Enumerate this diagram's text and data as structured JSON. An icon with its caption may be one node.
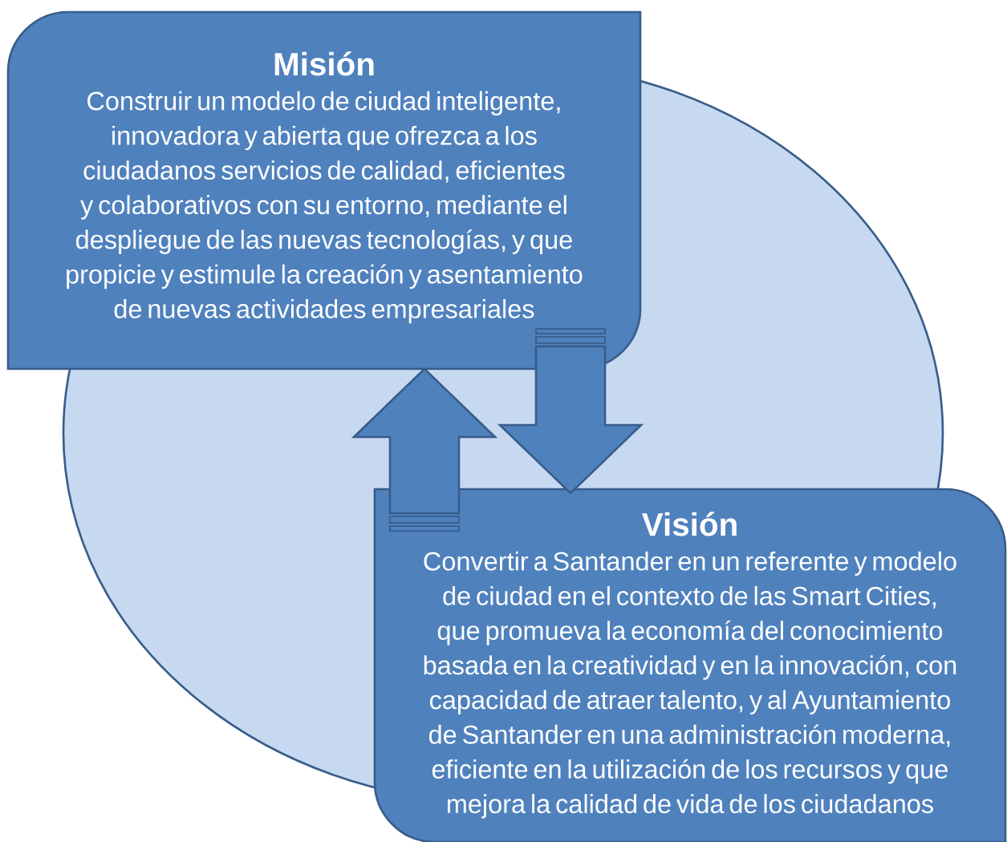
{
  "diagram": {
    "nodes": [
      {
        "text": [
          "Misión",
          "Construir un modelo de ciudad inteligente, innovadora y abierta que ofrezca a los ciudadanos servicios de calidad, eficientes y colaborativos con su entorno, mediante el despliegue de las nuevas tecnologías, y que propicie y estimule la creación y asentamiento de nuevas actividades empresariales"
        ]
      },
      {
        "text": [
          "Visión",
          "Convertir a Santander en un referente y modelo de ciudad en el contexto de las Smart Cities, que promueva la economía del conocimiento basada en la creatividad y en la innovación, con capacidad de atraer talento, y al Ayuntamiento de Santander en una administración moderna, eficiente en la utilización de los recursos y que mejora la calidad de vida de los ciudadanos"
        ]
      }
    ],
    "edges": [
      {
        "from": 1,
        "to": 0,
        "arrow": "to"
      },
      {
        "from": 0,
        "to": 1,
        "arrow": "to"
      }
    ]
  }
}
